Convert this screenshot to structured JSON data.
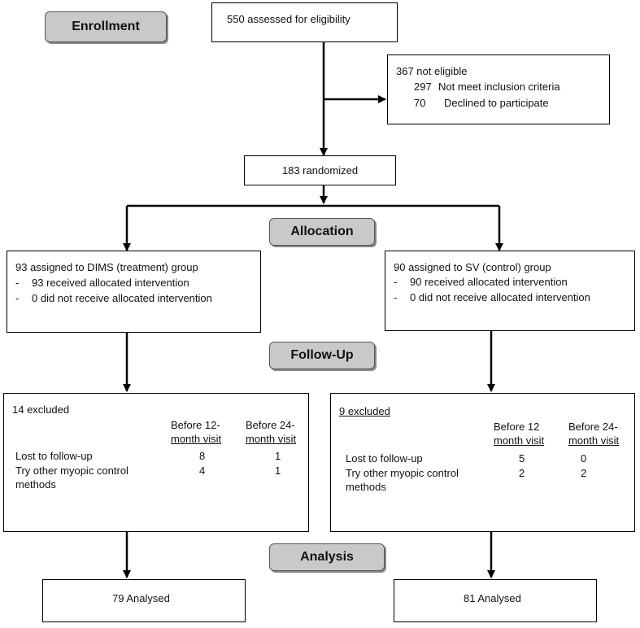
{
  "stages": {
    "enrollment": "Enrollment",
    "allocation": "Allocation",
    "followup": "Follow-Up",
    "analysis": "Analysis"
  },
  "assessed": "550 assessed for eligibility",
  "not_eligible": {
    "title": "367 not eligible",
    "items": [
      {
        "count": "297",
        "label": "Not meet inclusion criteria"
      },
      {
        "count": "70",
        "label": "Declined to participate"
      }
    ]
  },
  "randomized": "183 randomized",
  "dims_group": {
    "title": "93 assigned to DIMS (treatment) group",
    "items": [
      "93 received allocated intervention",
      "0 did not receive allocated intervention"
    ]
  },
  "sv_group": {
    "title": "90 assigned to SV (control) group",
    "items": [
      "90 received allocated intervention",
      "0 did not receive allocated intervention"
    ]
  },
  "dims_followup": {
    "title": "14 excluded",
    "col1": [
      "Before 12-",
      "month visit"
    ],
    "col2": [
      "Before 24-",
      "month visit"
    ],
    "rows": [
      {
        "label": [
          "Lost to follow-up"
        ],
        "v1": "8",
        "v2": "1"
      },
      {
        "label": [
          "Try other myopic control",
          "methods"
        ],
        "v1": "4",
        "v2": "1"
      }
    ]
  },
  "sv_followup": {
    "title": "9 excluded",
    "col1": [
      "Before 12",
      "month visit"
    ],
    "col2": [
      "Before 24-",
      "month visit"
    ],
    "rows": [
      {
        "label": [
          "Lost to follow-up"
        ],
        "v1": "5",
        "v2": "0"
      },
      {
        "label": [
          "Try other myopic control",
          "methods"
        ],
        "v1": "2",
        "v2": "2"
      }
    ]
  },
  "dims_analysed": "79 Analysed",
  "sv_analysed": "81 Analysed"
}
